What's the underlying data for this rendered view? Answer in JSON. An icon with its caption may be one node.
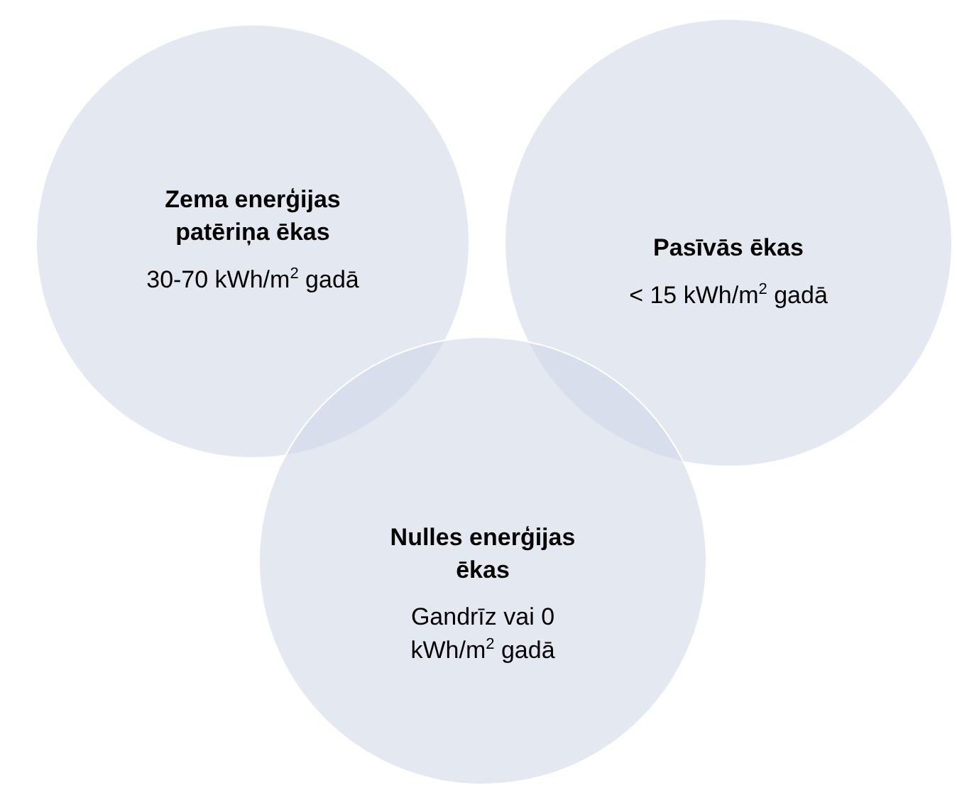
{
  "diagram": {
    "nodes": [
      {
        "text": [
          "Zema enerģijas patēriņa ēkas",
          "30-70 kWh/m$^{2}$ gadā"
        ]
      },
      {
        "text": [
          "Pasīvās ēkas",
          "< 15 kWh/m$^{2}$ gadā"
        ]
      },
      {
        "text": [
          "Nulles enerģijas ēkas",
          "Gandrīz vai 0 kWh/m$^{2}$ gadā"
        ]
      }
    ]
  }
}
